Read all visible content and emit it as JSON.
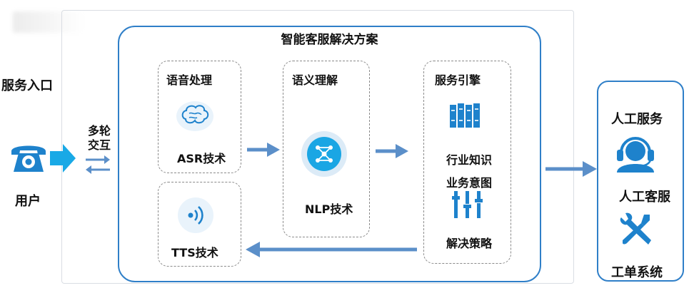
{
  "left": {
    "service_entry": "服务入口",
    "user": "用户",
    "multi_turn_line1": "多轮",
    "multi_turn_line2": "交互"
  },
  "main": {
    "title": "智能客服解决方案",
    "speech": {
      "title": "语音处理",
      "asr": "ASR技术",
      "tts": "TTS技术"
    },
    "semantic": {
      "title": "语义理解",
      "nlp": "NLP技术"
    },
    "engine": {
      "title": "服务引擎",
      "industry": "行业知识",
      "intent": "业务意图",
      "strategy": "解决策略"
    }
  },
  "right": {
    "human_service": "人工服务",
    "human_agent": "人工客服",
    "ticket_system": "工单系统"
  },
  "colors": {
    "accent": "#2f7fc8",
    "arrow": "#5b8fc9",
    "cyan": "#19a9e6"
  }
}
